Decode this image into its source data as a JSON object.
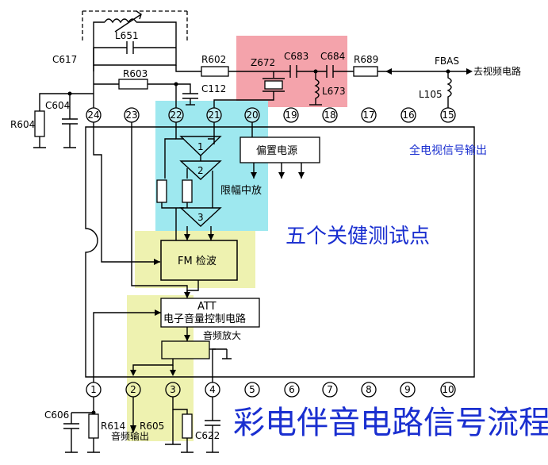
{
  "title": "彩电伴音电路信号流程",
  "labels": {
    "test_points": "五个关健测试点",
    "full_tv_signal_output": "全电视信号输出",
    "limiting_if_amp": "限幅中放",
    "bias_power": "偏置电源",
    "fm_detector": "FM 检波",
    "att": "ATT",
    "volume_control": "电子音量控制电路",
    "audio_amp": "音频放大",
    "audio_output": "音频输出",
    "to_video": "去视频电路",
    "fbas": "FBAS"
  },
  "components": {
    "L651": "L651",
    "C617": "C617",
    "R602": "R602",
    "R603": "R603",
    "C112": "C112",
    "Z672": "Z672",
    "C683": "C683",
    "C684": "C684",
    "L673": "L673",
    "R689": "R689",
    "L105": "L105",
    "C604": "C604",
    "R604": "R604",
    "C606": "C606",
    "R614": "R614",
    "R605": "R605",
    "C622": "C622"
  },
  "amp_labels": [
    "1",
    "2",
    "3"
  ],
  "pins_top": [
    "24",
    "23",
    "22",
    "21",
    "20",
    "19",
    "18",
    "17",
    "16",
    "15"
  ],
  "pins_bottom": [
    "1",
    "2",
    "3",
    "4",
    "5",
    "6",
    "7",
    "8",
    "9",
    "10"
  ],
  "colors": {
    "highlight_red": "#f4a3ab",
    "highlight_cyan": "#9ee8ef",
    "highlight_yellow": "#eef2b0",
    "annotation_blue": "#1a2fd0"
  }
}
